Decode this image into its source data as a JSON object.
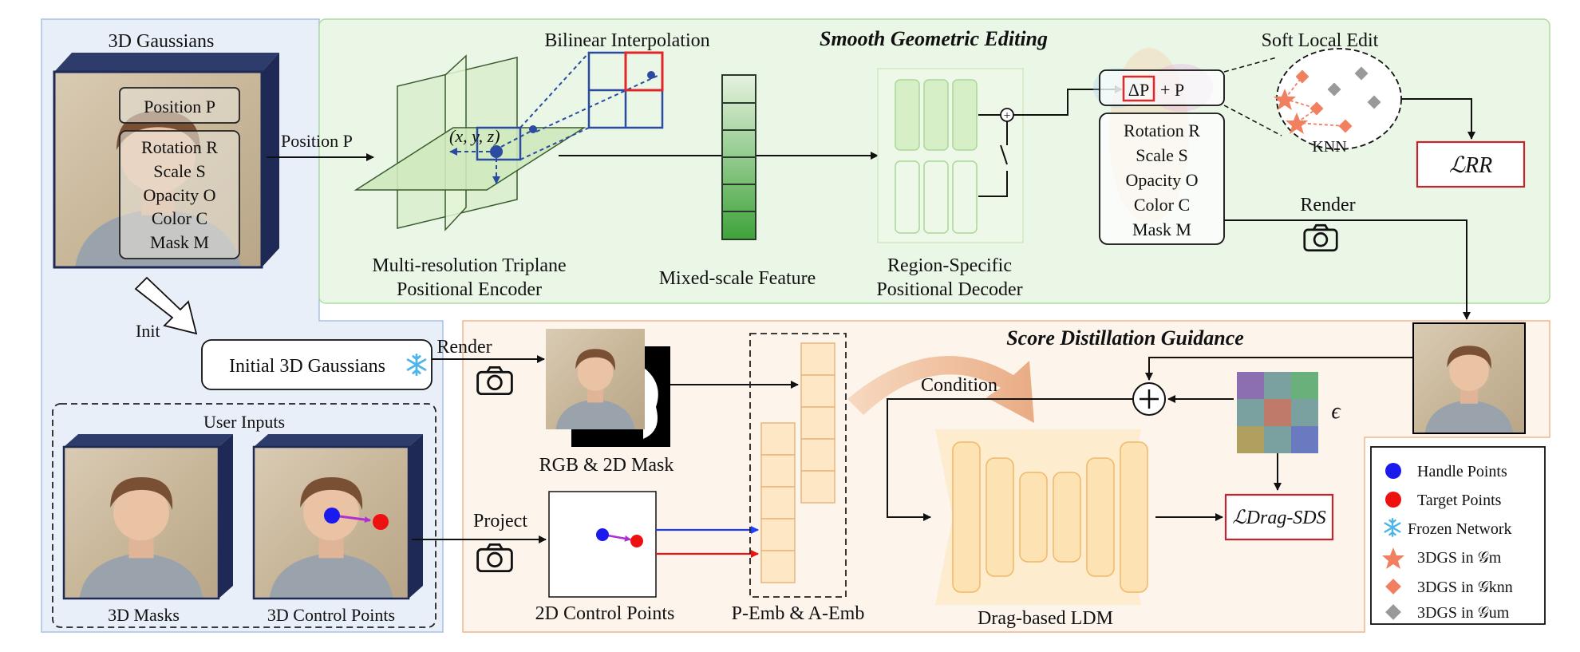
{
  "left_panel": {
    "title": "3D Gaussians",
    "attr_position": "Position P",
    "attrs": [
      "Rotation R",
      "Scale S",
      "Opacity O",
      "Color C",
      "Mask M"
    ],
    "init_label": "Init",
    "initial_gaussians": "Initial 3D Gaussians",
    "user_inputs_title": "User Inputs",
    "mask_caption": "3D Masks",
    "control_caption": "3D Control Points"
  },
  "top_panel": {
    "title": "Smooth Geometric Editing",
    "position_arrow": "Position P",
    "bilinear": "Bilinear Interpolation",
    "xyz": "(x, y, z)",
    "triplane_1": "Multi-resolution Triplane",
    "triplane_2": "Positional Encoder",
    "mixed_feature": "Mixed-scale Feature",
    "decoder_1": "Region-Specific",
    "decoder_2": "Positional Decoder",
    "delta_p": "ΔP",
    "plus_p": "+ P",
    "attrs": [
      "Rotation R",
      "Scale S",
      "Opacity O",
      "Color C",
      "Mask M"
    ],
    "soft_local_edit": "Soft Local Edit",
    "knn": "KNN",
    "loss_rr": "ℒRR",
    "render": "Render"
  },
  "bottom_panel": {
    "title": "Score Distillation Guidance",
    "render": "Render",
    "rgb_mask": "RGB & 2D Mask",
    "project": "Project",
    "control_2d": "2D Control Points",
    "p_emb": "P-Emb & A-Emb",
    "condition": "Condition",
    "epsilon": "ϵ",
    "ldm": "Drag-based LDM",
    "loss_sds": "ℒDrag-SDS"
  },
  "legend": {
    "items": [
      {
        "label": "Handle Points",
        "color": "#1a1aee"
      },
      {
        "label": "Target Points",
        "color": "#ee1111"
      },
      {
        "label": "Frozen Network",
        "color": "#4fb6e8"
      },
      {
        "label": "3DGS in 𝒢m",
        "color": "#f08060"
      },
      {
        "label": "3DGS in 𝒢knn",
        "color": "#f08060"
      },
      {
        "label": "3DGS in 𝒢um",
        "color": "#999999"
      }
    ]
  },
  "colors": {
    "left_bg": "#e9eff9",
    "top_bg": "#eaf6e6",
    "bottom_bg": "#fdf4ec",
    "decoder_fill": "#d6efc6",
    "ldm_fill": "#fde3b4",
    "emb_fill": "#fde7c4",
    "loss_border": "#c0262c"
  }
}
